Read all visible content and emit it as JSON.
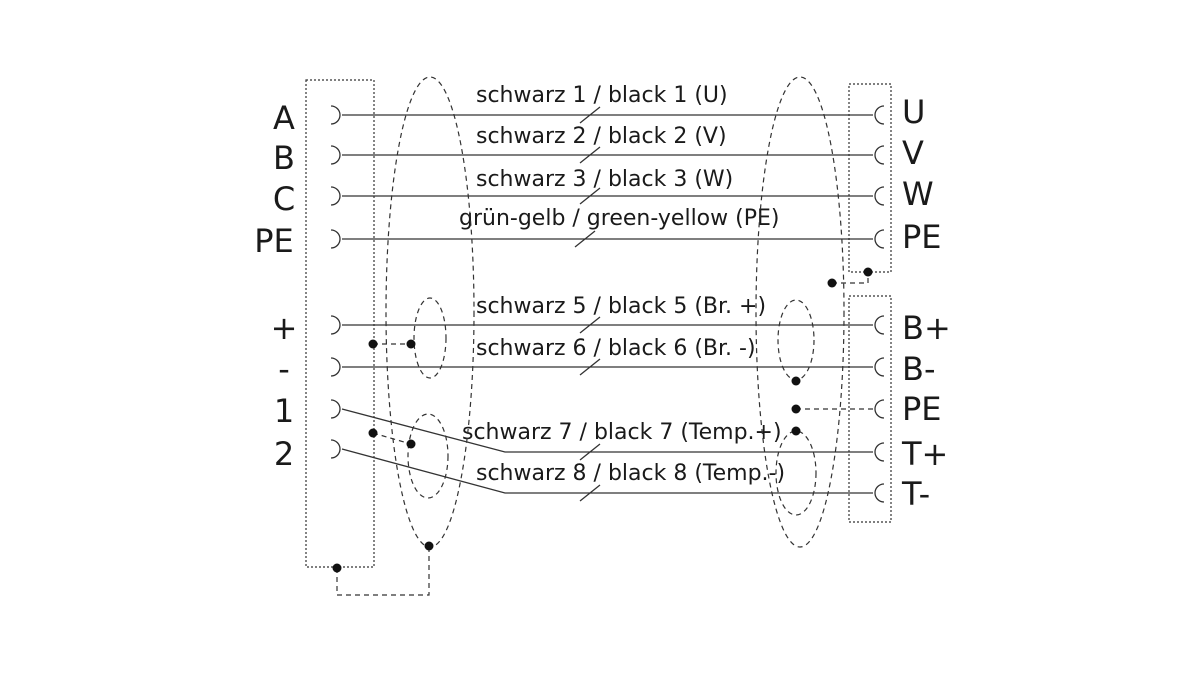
{
  "left_pins": [
    "A",
    "B",
    "C",
    "PE",
    "+",
    "-",
    "1",
    "2"
  ],
  "right_pins": [
    "U",
    "V",
    "W",
    "PE",
    "B+",
    "B-",
    "PE",
    "T+",
    "T-"
  ],
  "wires": [
    "schwarz 1 / black 1 (U)",
    "schwarz 2  / black 2 (V)",
    "schwarz 3 / black 3 (W)",
    "grün-gelb / green-yellow (PE)",
    "schwarz 5 / black 5 (Br. +)",
    "schwarz 6 / black 6 (Br. -)",
    "schwarz 7 / black 7 (Temp.+)",
    "schwarz 8 / black 8 (Temp.-)"
  ]
}
